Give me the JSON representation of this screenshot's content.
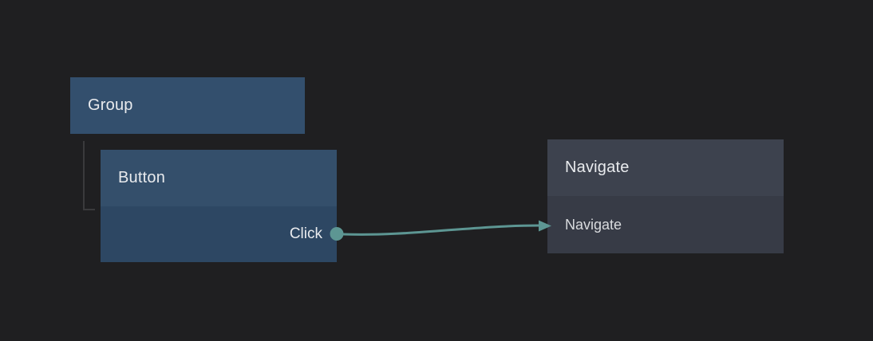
{
  "canvas": {
    "type": "node-graph-editor",
    "background_color": "#1f1f21"
  },
  "nodes": {
    "group": {
      "title": "Group",
      "fill": "#334f6d"
    },
    "button": {
      "title": "Button",
      "parent": "Group",
      "header_fill": "#344f6b",
      "body_fill": "#2d4763",
      "output_ports": [
        {
          "label": "Click"
        }
      ]
    },
    "navigate": {
      "title": "Navigate",
      "header_fill": "#3d424e",
      "body_fill": "#373b46",
      "rows": [
        {
          "label": "Navigate"
        }
      ]
    }
  },
  "edges": [
    {
      "from_node": "Button",
      "from_port": "Click",
      "to_node": "Navigate",
      "to_row": "Navigate",
      "color": "#5d9693"
    }
  ],
  "colors": {
    "accent_teal": "#5d9693",
    "tree_line": "#3a3a3c",
    "text_primary": "#e9ebee",
    "text_secondary": "#d9dbde"
  }
}
